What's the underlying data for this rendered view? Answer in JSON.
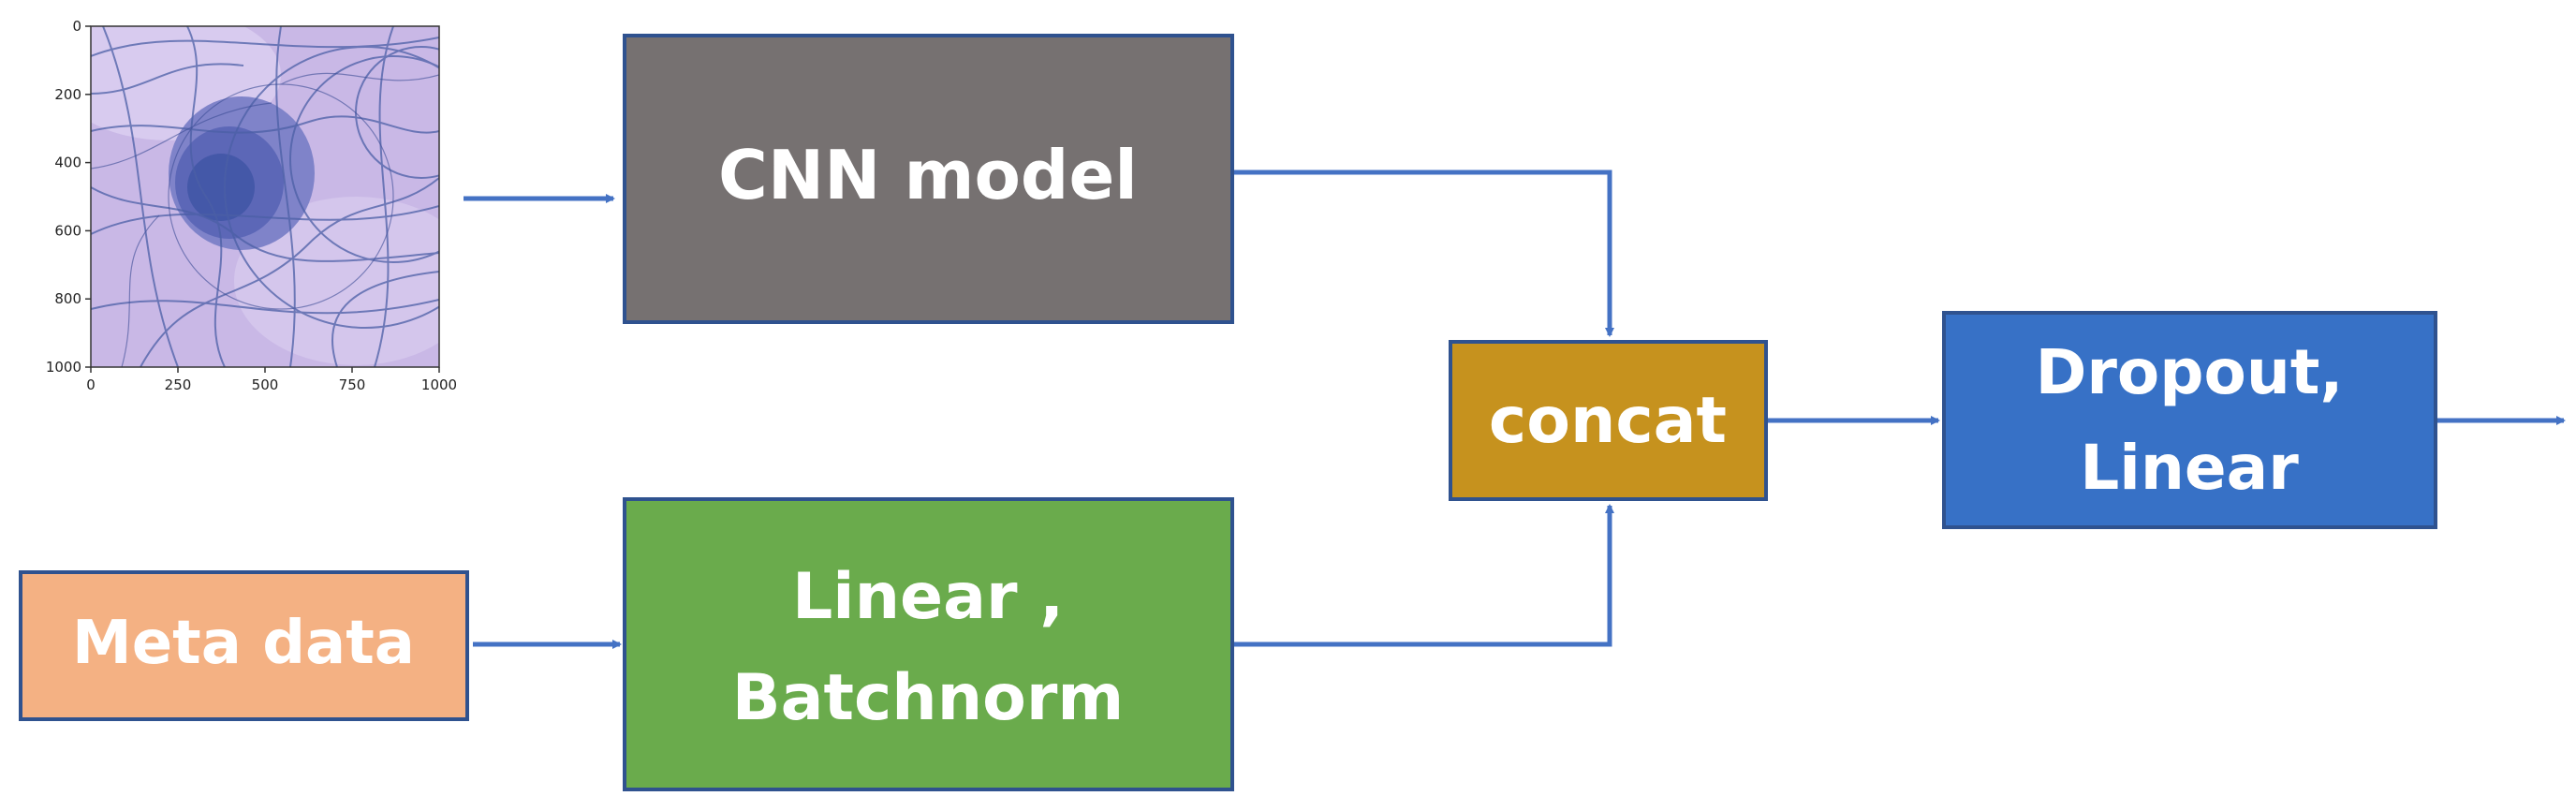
{
  "diagram": {
    "input_image": {
      "y_tick_labels": [
        "0",
        "200",
        "400",
        "600",
        "800",
        "1000"
      ],
      "x_tick_labels": [
        "0",
        "250",
        "500",
        "750",
        "1000"
      ]
    },
    "nodes": {
      "cnn_model": {
        "label": "CNN model",
        "color": "#767171"
      },
      "meta_data": {
        "label": "Meta data",
        "color": "#F4B183"
      },
      "linear_batchnorm": {
        "line1": "Linear ,",
        "line2": "Batchnorm",
        "color": "#6AAB4C"
      },
      "concat": {
        "label": "concat",
        "color": "#C6921E"
      },
      "dropout_linear": {
        "line1": "Dropout,",
        "line2": "Linear",
        "color": "#3771C6"
      }
    },
    "colors": {
      "box_border": "#2F528F",
      "arrow": "#4472C4"
    }
  }
}
